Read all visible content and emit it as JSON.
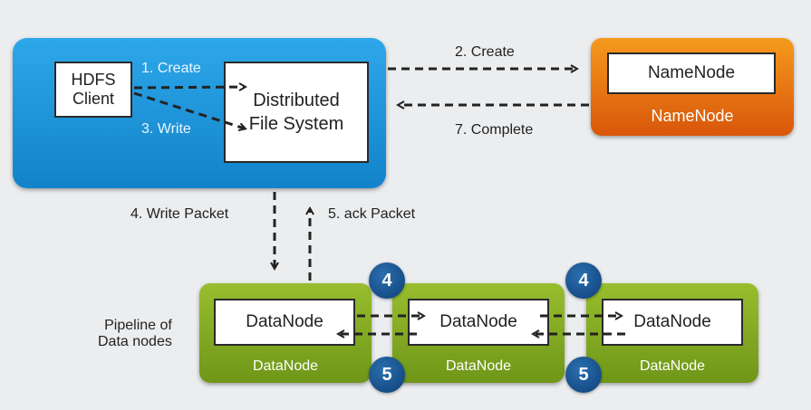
{
  "client": {
    "hdfs_line1": "HDFS",
    "hdfs_line2": "Client",
    "dfs_line1": "Distributed",
    "dfs_line2": "File System",
    "step_create": "1. Create",
    "step_write": "3. Write"
  },
  "namenode": {
    "inner_label": "NameNode",
    "caption": "NameNode",
    "step_create": "2. Create",
    "step_complete": "7. Complete"
  },
  "packet": {
    "write": "4. Write Packet",
    "ack": "5. ack Packet"
  },
  "pipeline": {
    "label_line1": "Pipeline of",
    "label_line2": "Data nodes",
    "datanodes": [
      {
        "inner": "DataNode",
        "caption": "DataNode"
      },
      {
        "inner": "DataNode",
        "caption": "DataNode"
      },
      {
        "inner": "DataNode",
        "caption": "DataNode"
      }
    ],
    "badges": {
      "forward": "4",
      "ack": "5"
    }
  },
  "colors": {
    "client_blue": "#1f96dc",
    "namenode_orange": "#e8720f",
    "datanode_green": "#86ad24",
    "badge_blue": "#1a5a97"
  }
}
